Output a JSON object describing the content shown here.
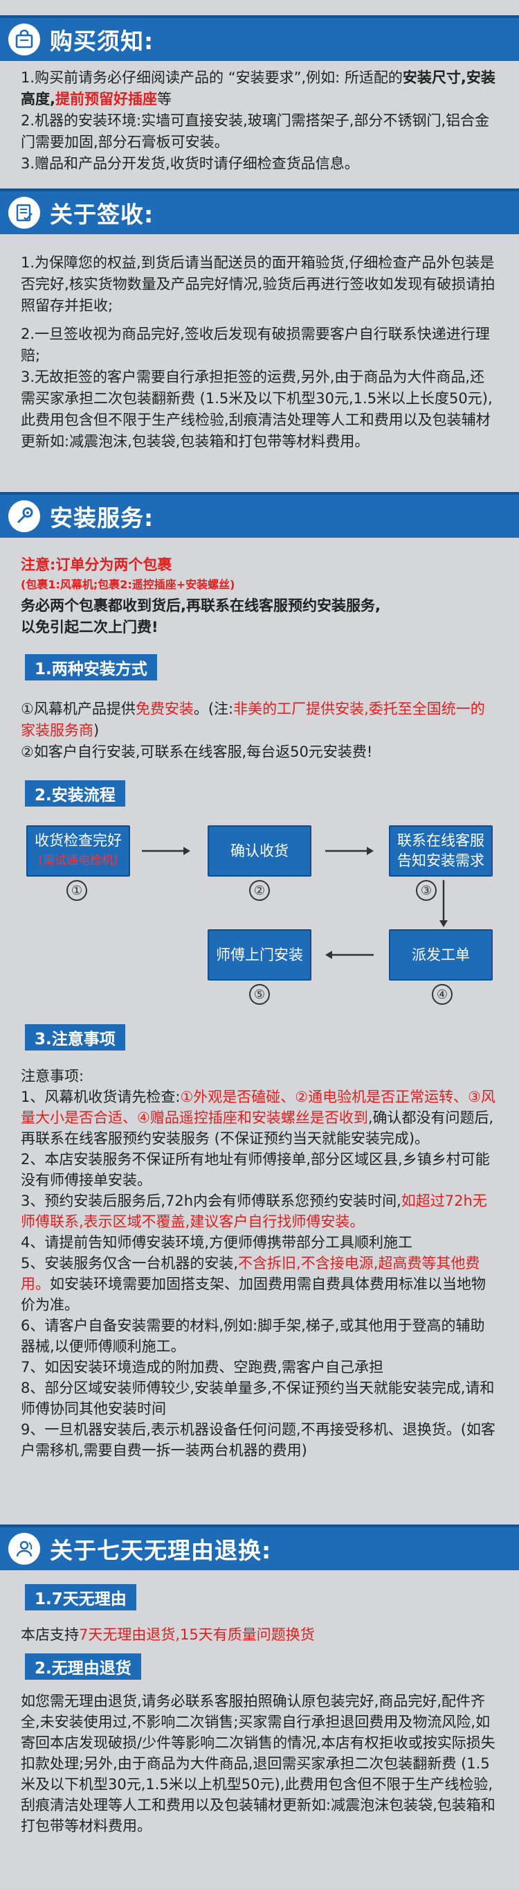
{
  "sec1": {
    "title": "购买须知:",
    "l1a": "1.购买前请务必仔细阅读产品的 “安装要求”,例如: 所适配的",
    "l1b": "安装尺寸,安装高度,",
    "l1c": "提前预留好插座",
    "l1d": "等",
    "l2": "2.机器的安装环境:实墙可直接安装,玻璃门需搭架子,部分不锈钢门,铝合金门需要加固,部分石膏板可安装。",
    "l3": "3.赠品和产品分开发货,收货时请仔细检查货品信息。"
  },
  "sec2": {
    "title": "关于签收:",
    "p1": "1.为保障您的权益,到货后请当配送员的面开箱验货,仔细检查产品外包装是否完好,核实货物数量及产品完好情况,验货后再进行签收如发现有破损请拍照留存并拒收;",
    "p2": "2.一旦签收视为商品完好,签收后发现有破损需要客户自行联系快递进行理赔;",
    "p3": "3.无故拒签的客户需要自行承担拒签的运费,另外,由于商品为大件商品,还需买家承担二次包装翻新费 (1.5米及以下机型30元,1.5米以上长度50元),此费用包含但不限于生产线检验,刮痕清洁处理等人工和费用以及包装辅材更新如:减震泡沫,包装袋,包装箱和打包带等材料费用。"
  },
  "sec3": {
    "title": "安装服务:",
    "note1": "注意:订单分为两个包裹",
    "note2": "(包裹1:风幕机;包裹2:遥控插座+安装螺丝)",
    "note3": "务必两个包裹都收到货后,再联系在线客服预约安装服务,",
    "note4": "以免引起二次上门费!",
    "sub1": "1.两种安装方式",
    "m1a": "①风幕机产品提供",
    "m1b": "免费安装",
    "m1c": "。(注:",
    "m1d": "非美的工厂提供安装,委托至全国统一的家装服务商",
    "m1e": ")",
    "m2": "②如客户自行安装,可联系在线客服,每台返50元安装费!",
    "sub2": "2.安装流程",
    "flow": {
      "s1a": "收货检查完好",
      "s1b": "(需试通电检机)",
      "s2": "确认收货",
      "s3a": "联系在线客服",
      "s3b": "告知安装需求",
      "s4": "派发工单",
      "s5": "师傅上门安装",
      "n1": "①",
      "n2": "②",
      "n3": "③",
      "n4": "④",
      "n5": "⑤"
    },
    "sub3": "3.注意事项",
    "h": "注意事项:",
    "n1a": "1、风幕机收货请先检查:",
    "n1b": "①外观是否磕碰、②通电验机是否正常运转、③风量大小是否合适、④赠品遥控插座和安装螺丝是否收到",
    "n1c": ",确认都没有问题后,再联系在线客服预约安装服务 (不保证预约当天就能安装完成)。",
    "n2": "2、本店安装服务不保证所有地址有师傅接单,部分区域区县,乡镇乡村可能没有师傅接单安装。",
    "n3a": "3、预约安装后服务后,72h内会有师傅联系您预约安装时间,",
    "n3b": "如超过72h无师傅联系,表示区域不覆盖,建议客户自行找师傅安装。",
    "n4": "4、请提前告知师傅安装环境,方便师傅携带部分工具顺利施工",
    "n5a": "5、安装服务仅含一台机器的安装,",
    "n5b": "不含拆旧,不含接电源,超高费等其他费用。",
    "n5c": "如安装环境需要加固搭支架、加固费用需自费具体费用标准以当地物价为准。",
    "n6": "6、请客户自备安装需要的材料,例如:脚手架,梯子,或其他用于登高的辅助器械,以便师傅顺利施工。",
    "n7": "7、如因安装环境造成的附加费、空跑费,需客户自己承担",
    "n8": "8、部分区域安装师傅较少,安装单量多,不保证预约当天就能安装完成,请和师傅协同其他安装时间",
    "n9": "9、一旦机器安装后,表示机器设备任何问题,不再接受移机、退换货。(如客户需移机,需要自费一拆一装两台机器的费用)"
  },
  "sec4": {
    "title": "关于七天无理由退换:",
    "sub1": "1.7天无理由",
    "r1a": "本店支持",
    "r1b": "7天无理由退货,15天有质量问题换货",
    "sub2": "2.无理由退货",
    "p": "如您需无理由退货,请务必联系客服拍照确认原包装完好,商品完好,配件齐全,未安装使用过,不影响二次销售;买家需自行承担退回费用及物流风险,如寄回本店发现破损/少件等影响二次销售的情况,本店有权拒收或按实际损失扣款处理;另外,由于商品为大件商品,退回需买家承担二次包装翻新费 (1.5米及以下机型30元,1.5米以上机型50元),此费用包含但不限于生产线检验,刮痕清洁处理等人工和费用以及包装辅材更新如:减震泡沫包装袋,包装箱和打包带等材料费用。"
  },
  "icons": {
    "s1": "shopping-bag-icon",
    "s2": "sign-document-icon",
    "s3": "wrench-icon",
    "s4": "return-user-icon"
  },
  "colors": {
    "accent": "#1e6bb8",
    "warning": "#e02020",
    "background": "#d4d6d9"
  }
}
